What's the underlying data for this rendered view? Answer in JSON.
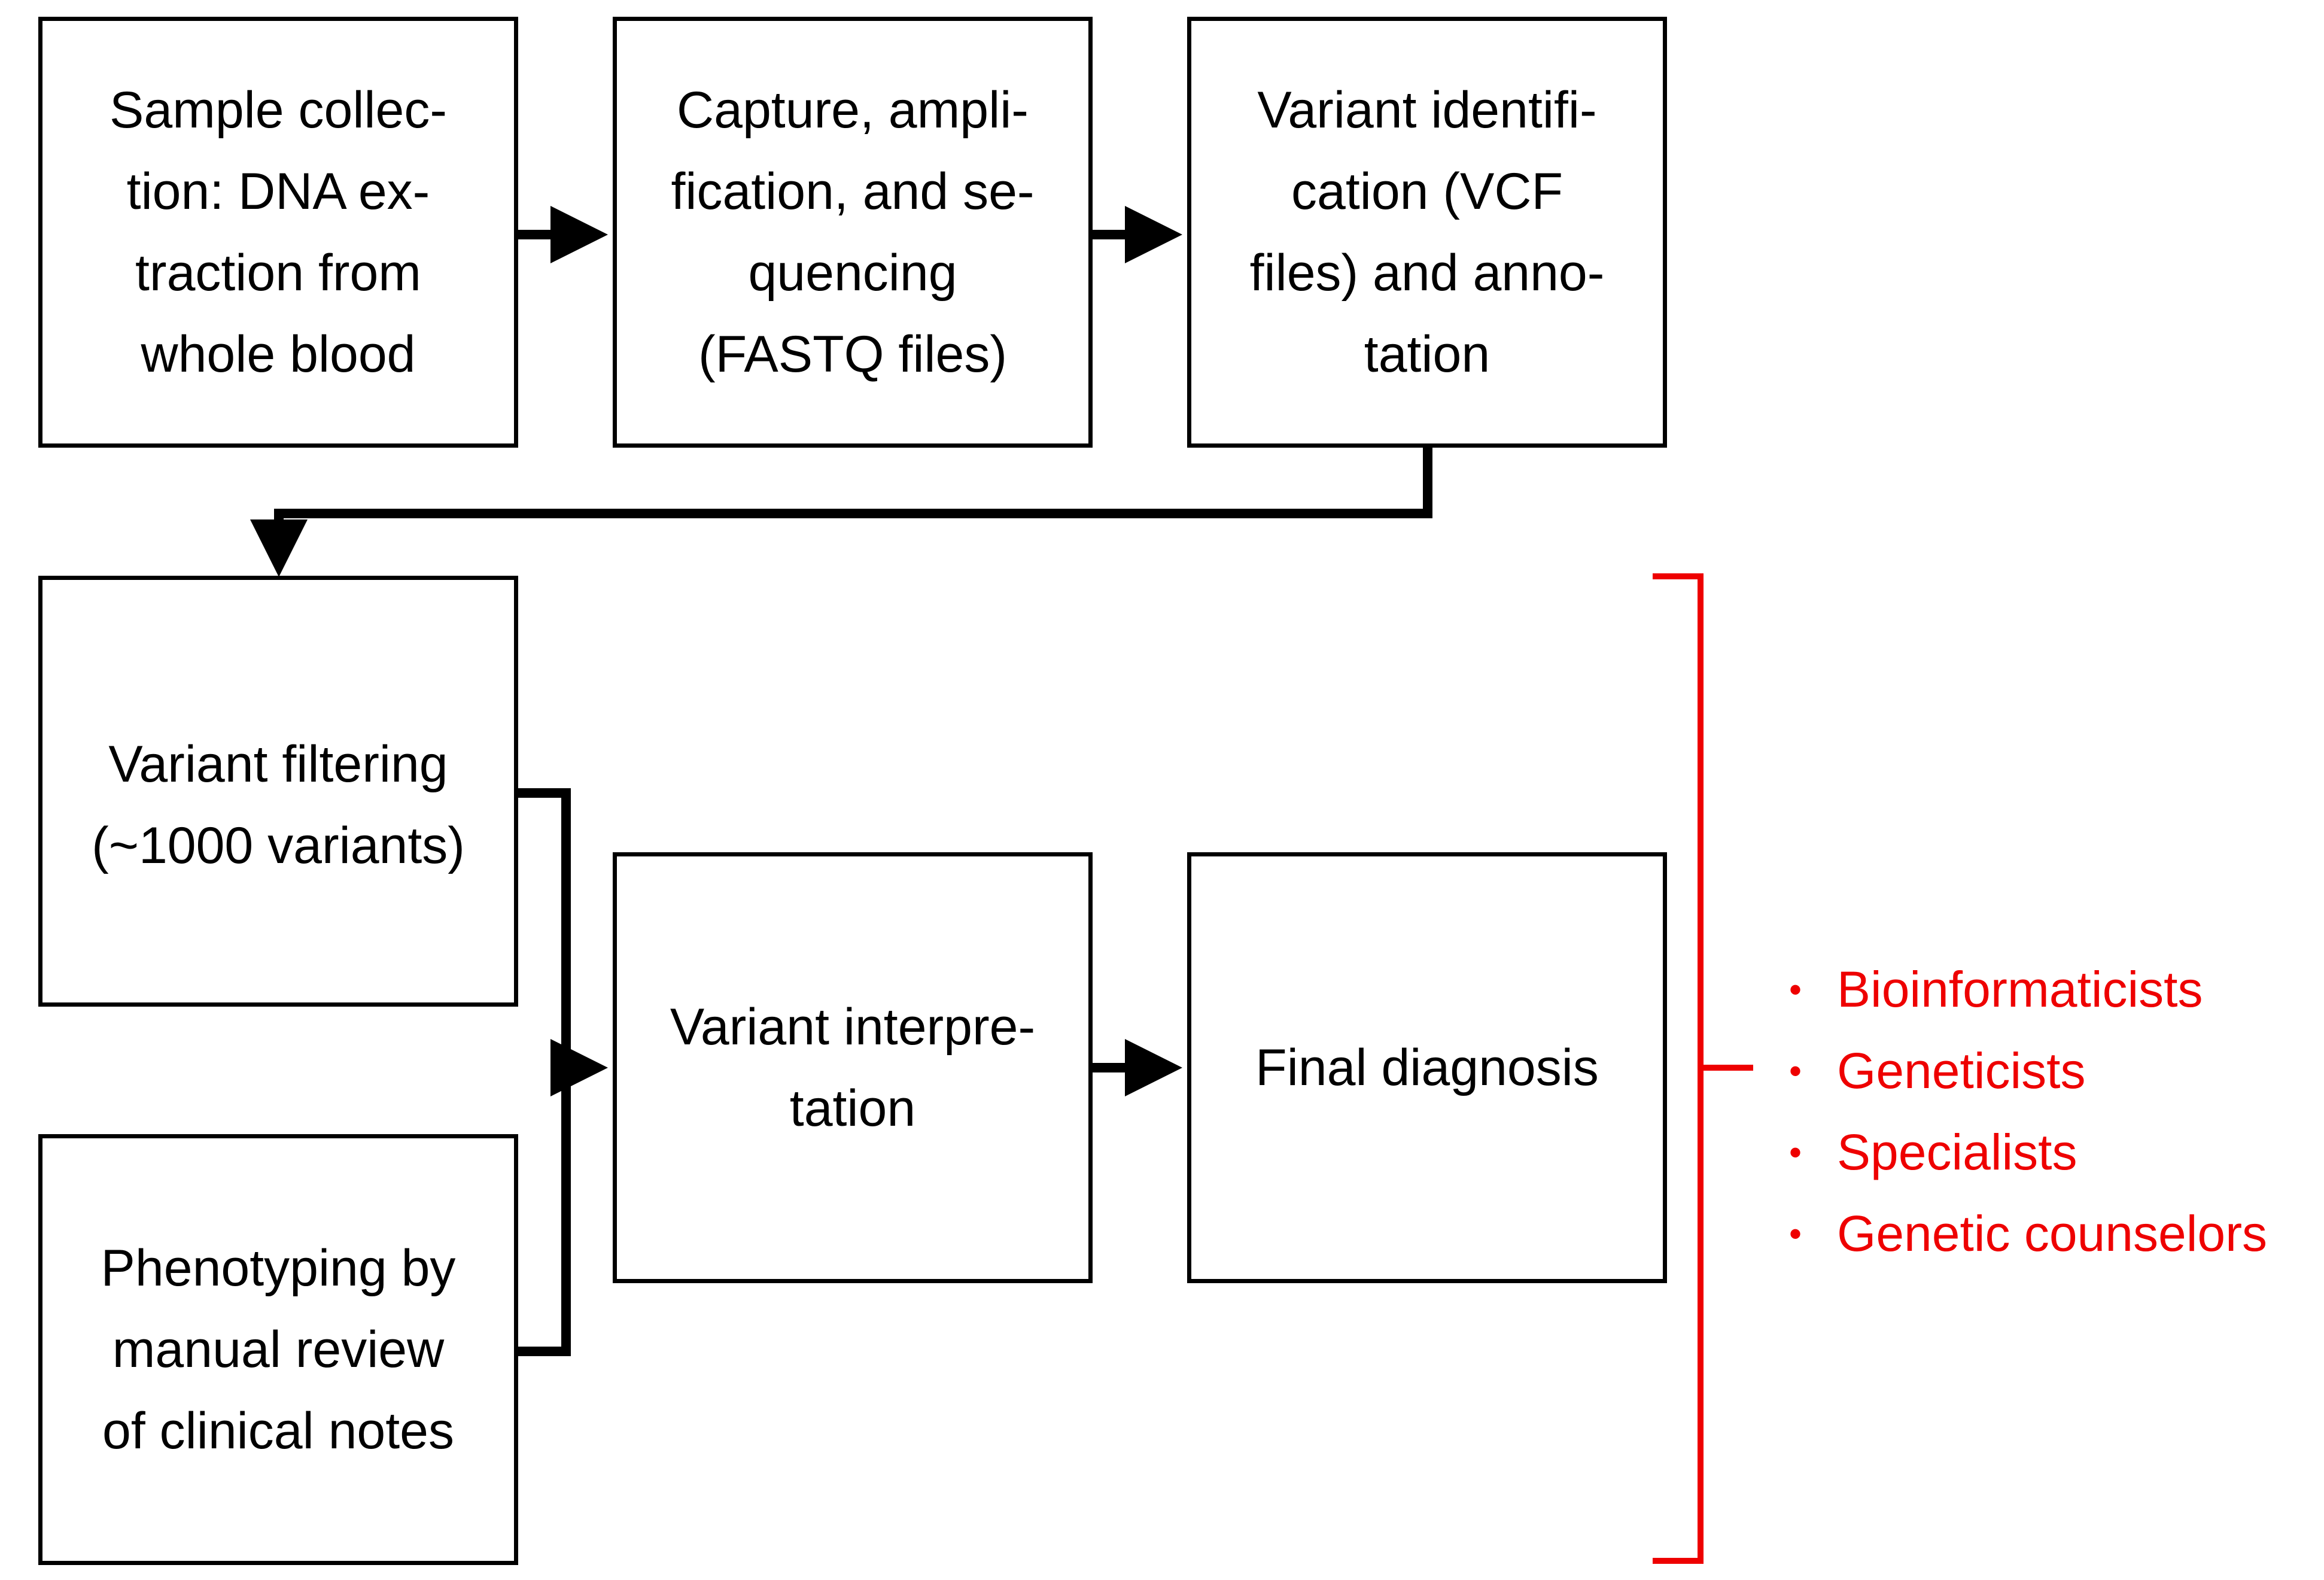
{
  "boxes": {
    "sample_collection": [
      "Sample collec-",
      "tion: DNA ex-",
      "traction from",
      "whole blood"
    ],
    "sequencing": [
      "Capture, ampli-",
      "fication, and se-",
      "quencing",
      "(FASTQ files)"
    ],
    "variant_identification": [
      "Variant identifi-",
      "cation (VCF",
      "files) and anno-",
      "tation"
    ],
    "variant_filtering": [
      "Variant filtering",
      "(~1000 variants)"
    ],
    "phenotyping": [
      "Phenotyping by",
      "manual review",
      "of clinical notes"
    ],
    "variant_interpretation": [
      "Variant interpre-",
      "tation"
    ],
    "final_diagnosis": [
      "Final diagnosis"
    ]
  },
  "roles": {
    "bullet": "•",
    "items": [
      "Bioinformaticists",
      "Geneticists",
      "Specialists",
      "Genetic counselors"
    ]
  },
  "colors": {
    "box_border": "#000000",
    "arrow": "#000000",
    "bracket": "#ee0000",
    "roles_text": "#ee0000"
  }
}
